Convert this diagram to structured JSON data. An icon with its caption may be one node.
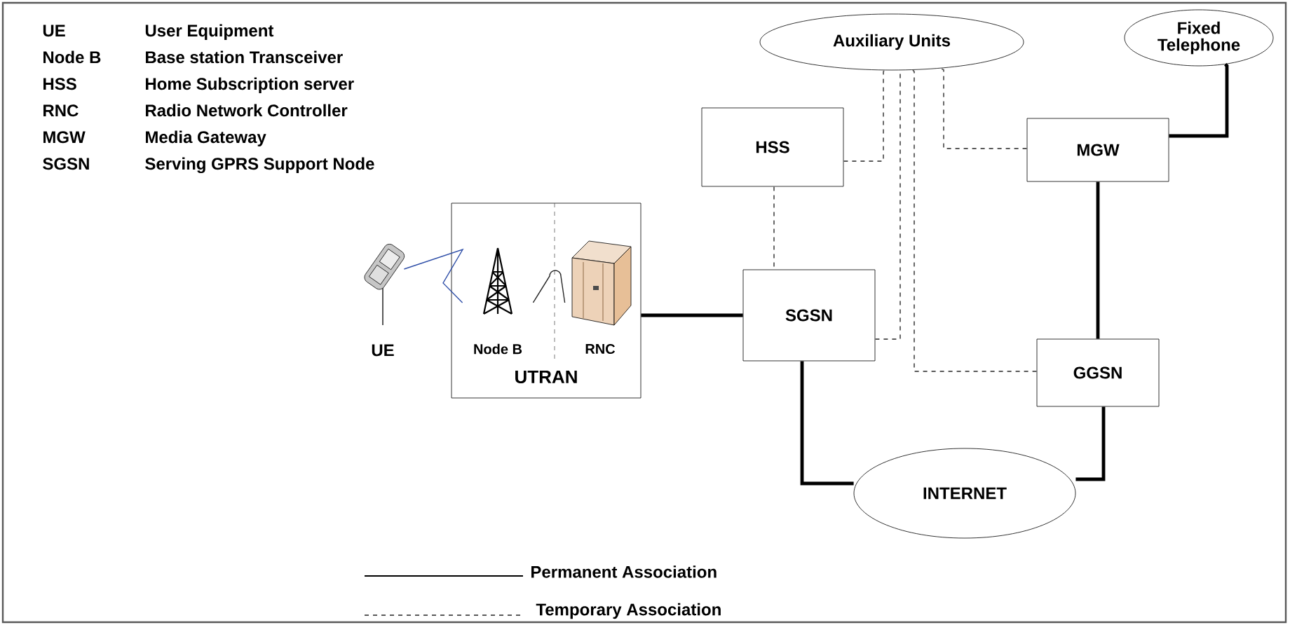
{
  "diagram": {
    "nodes": [
      {
        "text": [
          "Auxiliary Units"
        ]
      },
      {
        "text": [
          "Fixed Telephone"
        ]
      },
      {
        "text": [
          "HSS"
        ]
      },
      {
        "text": [
          "MGW"
        ]
      },
      {
        "text": [
          "UTRAN"
        ]
      },
      {
        "text": [],
        "shape": "picture",
        "beside": [
          "UE"
        ]
      },
      {
        "text": [
          "Node B"
        ],
        "in": 4
      },
      {
        "text": [
          "RNC"
        ],
        "in": 4
      },
      {
        "text": [
          "SGSN"
        ]
      },
      {
        "text": [
          "GGSN"
        ]
      },
      {
        "text": [
          "INTERNET"
        ]
      }
    ],
    "edges": [
      {
        "from": 5,
        "to": 6,
        "arrow": "none",
        "color": "#2f4fa8"
      },
      {
        "from": 6,
        "to": 7,
        "arrow": "none"
      },
      {
        "from": 4,
        "to": 8,
        "arrow": "none",
        "style": "thick"
      },
      {
        "from": 2,
        "to": 0,
        "arrow": "none",
        "style": "dashed"
      },
      {
        "from": 2,
        "to": 8,
        "arrow": "none",
        "style": "dashed"
      },
      {
        "from": 8,
        "to": 0,
        "arrow": "none",
        "style": "dashed"
      },
      {
        "from": 9,
        "to": 0,
        "arrow": "none",
        "style": "dashed"
      },
      {
        "from": 3,
        "to": 0,
        "arrow": "none",
        "style": "dashed"
      },
      {
        "from": 3,
        "to": 1,
        "arrow": "none",
        "style": "thick"
      },
      {
        "from": 3,
        "to": 9,
        "arrow": "none",
        "style": "thick"
      },
      {
        "from": 8,
        "to": 10,
        "arrow": "none",
        "style": "thick"
      },
      {
        "from": 9,
        "to": 10,
        "arrow": "none",
        "style": "thick"
      }
    ],
    "labels": [
      "UE",
      "User Equipment",
      "Node B",
      "Base station Transceiver",
      "HSS",
      "Home Subscription server",
      "RNC",
      "Radio Network Controller",
      "MGW",
      "Media Gateway",
      "SGSN",
      "Serving GPRS Support Node"
    ],
    "legend": [
      {
        "text": "Permanent Association"
      },
      {
        "text": "Temporary Association"
      }
    ]
  }
}
